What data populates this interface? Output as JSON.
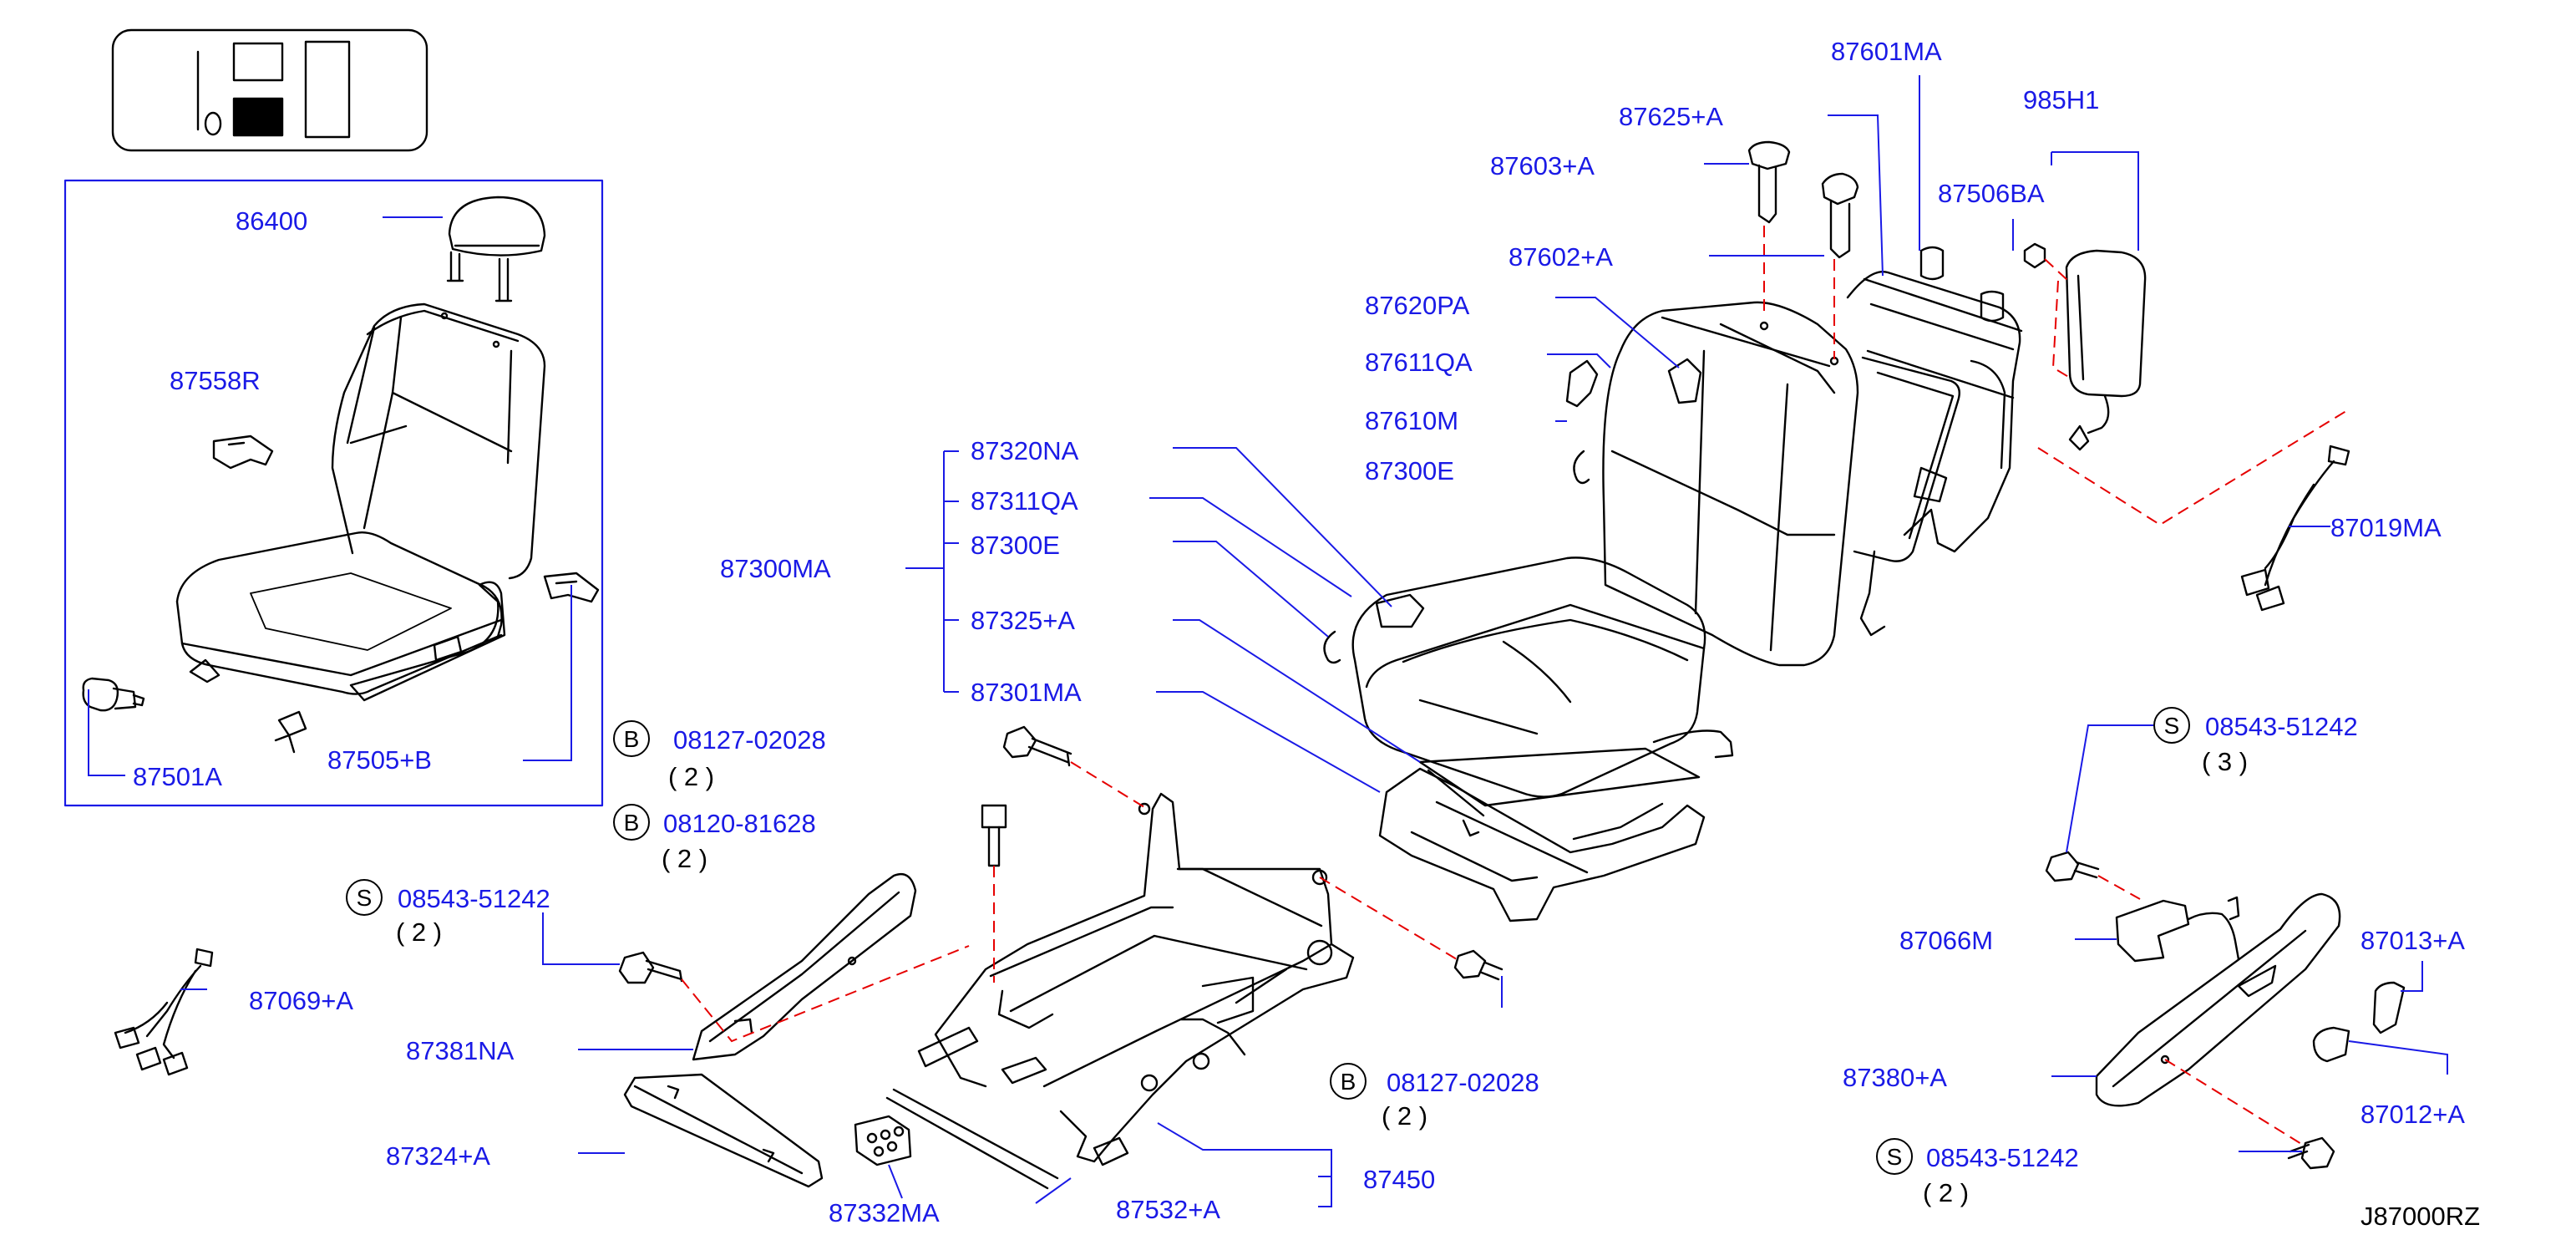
{
  "diagram": {
    "reference_code": "J87000RZ",
    "colors": {
      "label": "#1a1ae6",
      "leader": "#1a1ae6",
      "drawing": "#000000",
      "guide": "#e60000"
    },
    "parts": [
      {
        "id": "86400",
        "label": "86400"
      },
      {
        "id": "87558R",
        "label": "87558R"
      },
      {
        "id": "87501A",
        "label": "87501A"
      },
      {
        "id": "87505B",
        "label": "87505+B"
      },
      {
        "id": "87300MA",
        "label": "87300MA"
      },
      {
        "id": "87320NA",
        "label": "87320NA"
      },
      {
        "id": "87311QA",
        "label": "87311QA"
      },
      {
        "id": "87300E_a",
        "label": "87300E"
      },
      {
        "id": "87325A",
        "label": "87325+A"
      },
      {
        "id": "87301MA",
        "label": "87301MA"
      },
      {
        "id": "87601MA",
        "label": "87601MA"
      },
      {
        "id": "87625A",
        "label": "87625+A"
      },
      {
        "id": "87603A",
        "label": "87603+A"
      },
      {
        "id": "87602A",
        "label": "87602+A"
      },
      {
        "id": "87620PA",
        "label": "87620PA"
      },
      {
        "id": "87611QA",
        "label": "87611QA"
      },
      {
        "id": "87610M",
        "label": "87610M"
      },
      {
        "id": "87300E_b",
        "label": "87300E"
      },
      {
        "id": "985H1",
        "label": "985H1"
      },
      {
        "id": "87506BA",
        "label": "87506BA"
      },
      {
        "id": "87019MA",
        "label": "87019MA"
      },
      {
        "id": "08127_02028_a",
        "label": "08127-02028",
        "badge": "B",
        "qty": "( 2 )"
      },
      {
        "id": "08120_81628",
        "label": "08120-81628",
        "badge": "B",
        "qty": "( 2 )"
      },
      {
        "id": "08543_51242_a",
        "label": "08543-51242",
        "badge": "S",
        "qty": "( 2 )"
      },
      {
        "id": "87069A",
        "label": "87069+A"
      },
      {
        "id": "87381NA",
        "label": "87381NA"
      },
      {
        "id": "87324A",
        "label": "87324+A"
      },
      {
        "id": "87332MA",
        "label": "87332MA"
      },
      {
        "id": "87532A",
        "label": "87532+A"
      },
      {
        "id": "87450",
        "label": "87450"
      },
      {
        "id": "08127_02028_b",
        "label": "08127-02028",
        "badge": "B",
        "qty": "( 2 )"
      },
      {
        "id": "08543_51242_b",
        "label": "08543-51242",
        "badge": "S",
        "qty": "( 3 )"
      },
      {
        "id": "87066M",
        "label": "87066M"
      },
      {
        "id": "87013A",
        "label": "87013+A"
      },
      {
        "id": "87012A",
        "label": "87012+A"
      },
      {
        "id": "87380A",
        "label": "87380+A"
      },
      {
        "id": "08543_51242_c",
        "label": "08543-51242",
        "badge": "S",
        "qty": "( 2 )"
      }
    ]
  }
}
